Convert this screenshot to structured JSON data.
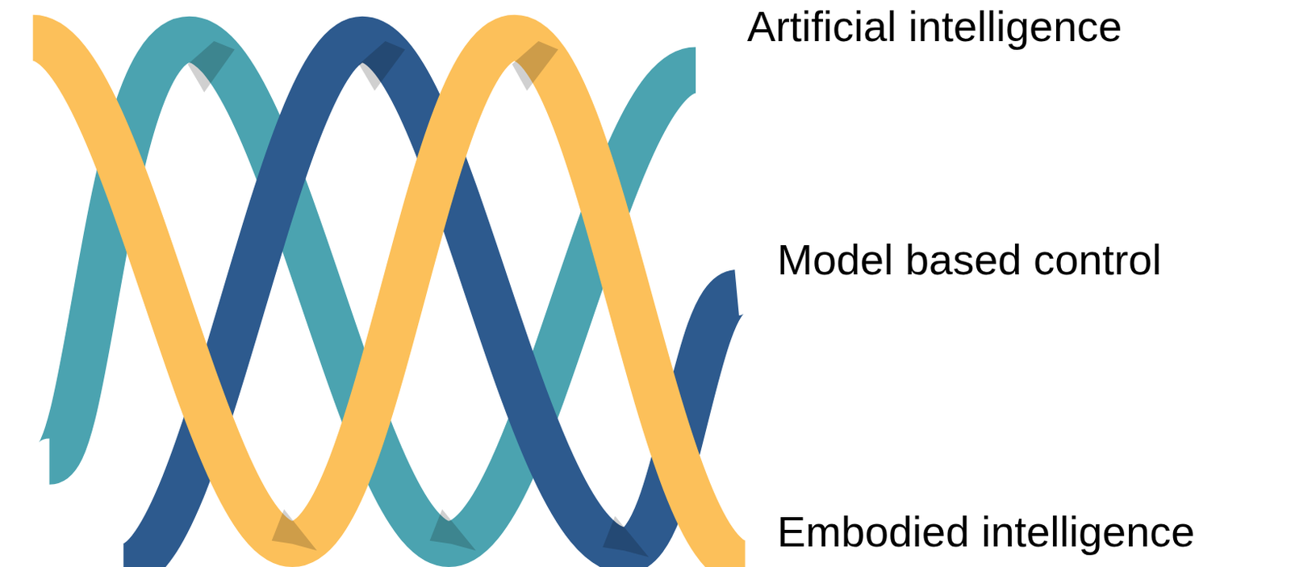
{
  "diagram": {
    "labels": [
      "Artificial intelligence",
      "Model based control",
      "Embodied intelligence"
    ]
  }
}
